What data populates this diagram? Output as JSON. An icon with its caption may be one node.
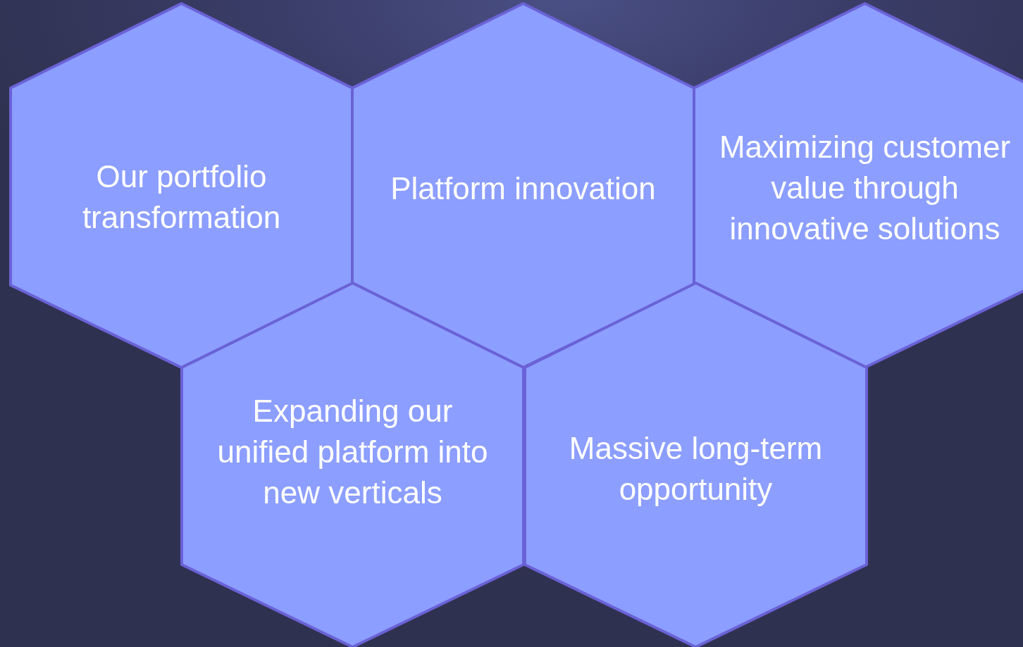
{
  "diagram": {
    "nodes": [
      {
        "text": [
          "Our portfolio transformation"
        ]
      },
      {
        "text": [
          "Platform innovation"
        ]
      },
      {
        "text": [
          "Maximizing customer value through innovative solutions"
        ]
      },
      {
        "text": [
          "Expanding our unified platform into new verticals"
        ]
      },
      {
        "text": [
          "Massive long-term opportunity"
        ]
      }
    ],
    "edges": []
  }
}
